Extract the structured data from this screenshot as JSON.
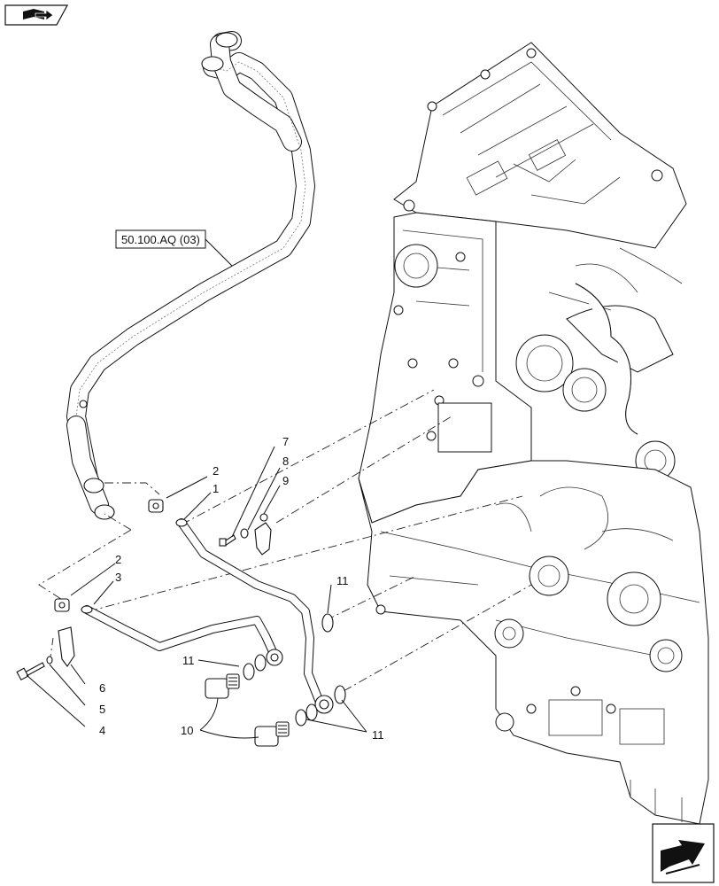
{
  "reference_label": "50.100.AQ (03)",
  "callouts": {
    "c1": "1",
    "c2a": "2",
    "c2b": "2",
    "c3": "3",
    "c4": "4",
    "c5": "5",
    "c6": "6",
    "c7": "7",
    "c8": "8",
    "c9": "9",
    "c10": "10",
    "c11a": "11",
    "c11b": "11",
    "c11c": "11"
  },
  "icons": {
    "top_left": "book-arrow-icon",
    "bottom_right": "next-page-arrow-icon"
  }
}
